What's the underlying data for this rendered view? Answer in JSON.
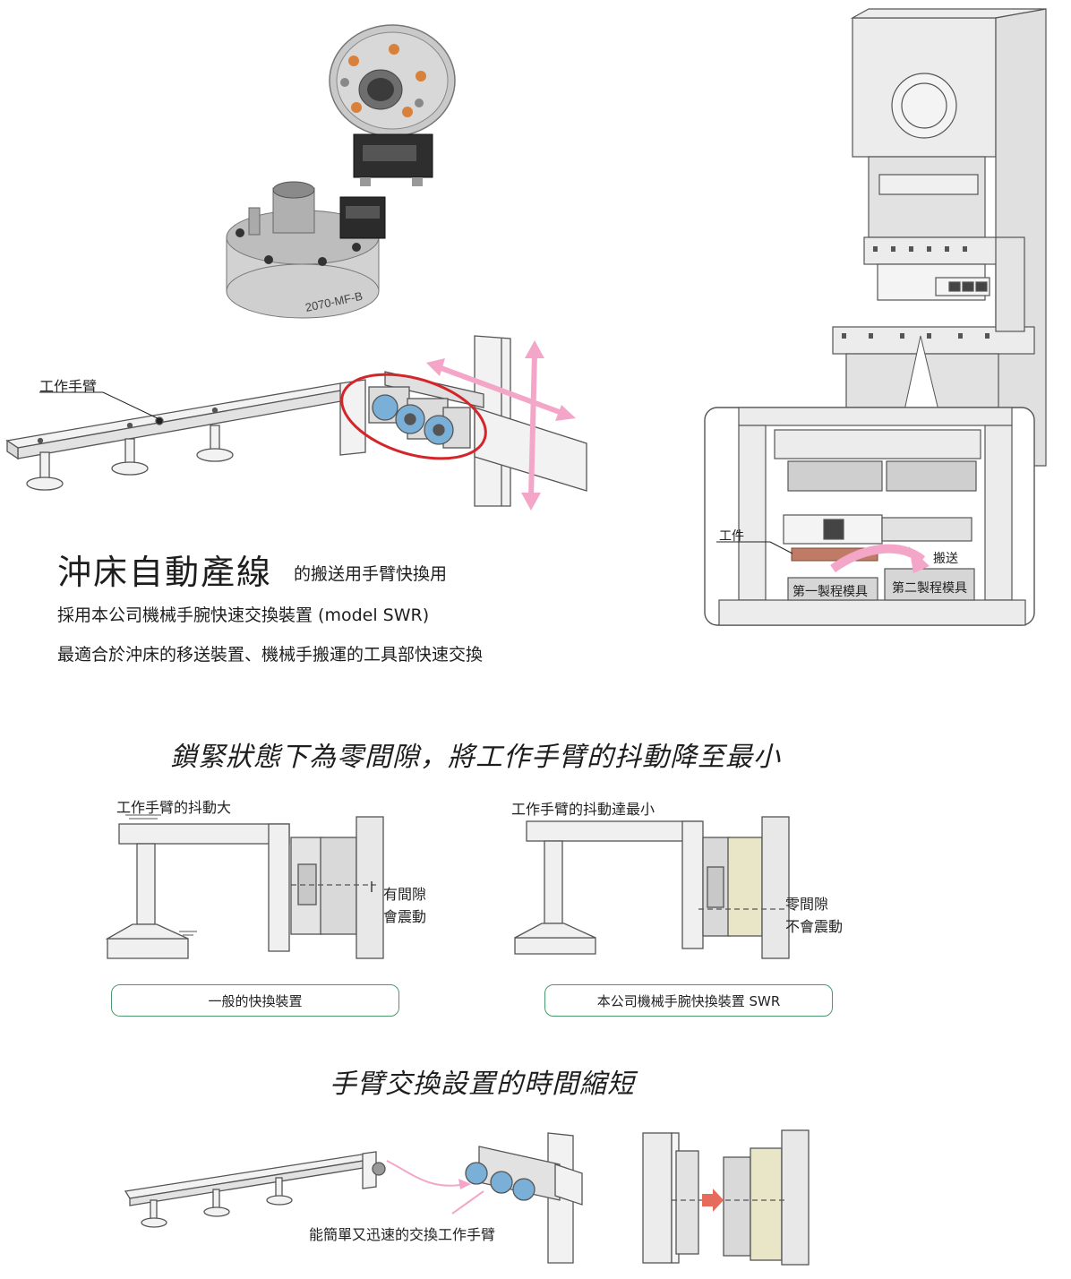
{
  "colors": {
    "accent_pink": "#f4a6c8",
    "highlight_red": "#d4262a",
    "box_green": "#4a9a6d",
    "machine_gray": "#e9e9e9",
    "line_gray": "#555555",
    "workpiece_brown": "#c07b66",
    "cream": "#e9e6c8",
    "blue_part": "#7ab0d8"
  },
  "top": {
    "arm_label": "工作手臂",
    "headline": "沖床自動產線",
    "headline_sub": "的搬送用手臂快換用",
    "line2": "採用本公司機械手腕快速交換裝置 (model SWR)",
    "line3": "最適合於沖床的移送裝置、機械手搬運的工具部快速交換"
  },
  "press_inset": {
    "workpiece_label": "工件",
    "transport_label": "搬送",
    "mold1_label": "第一製程模具",
    "mold2_label": "第二製程模具"
  },
  "section1": {
    "title": "鎖緊狀態下為零間隙，將工作手臂的抖動降至最小",
    "left_caption": "工作手臂的抖動大",
    "left_gap_line1": "有間隙",
    "left_gap_line2": "會震動",
    "left_box": "一般的快換裝置",
    "right_caption": "工作手臂的抖動達最小",
    "right_gap_line1": "零間隙",
    "right_gap_line2": "不會震動",
    "right_box": "本公司機械手腕快換裝置 SWR"
  },
  "section2": {
    "title": "手臂交換設置的時間縮短",
    "exchange_caption": "能簡單又迅速的交換工作手臂"
  }
}
